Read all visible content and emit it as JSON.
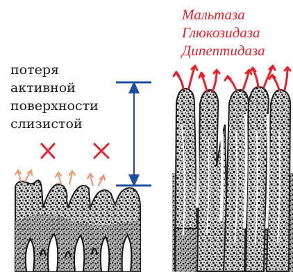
{
  "left_label_lines": [
    "потеря",
    "активной",
    "поверхности",
    "слизистой"
  ],
  "enzyme_lines": [
    "Мальтаза",
    "Глюкозидаза",
    "Дипептидаза"
  ],
  "colors": {
    "enzyme_text": "#e8202a",
    "red_arrows": "#e8202a",
    "orange_arrows": "#f0916a",
    "cross_marks": "#e8202a",
    "height_bracket": "#1f4e9e",
    "tissue": "#1e1e1e"
  },
  "icons": {
    "cross": "x-mark",
    "bracket": "double-headed-vertical-arrow"
  }
}
